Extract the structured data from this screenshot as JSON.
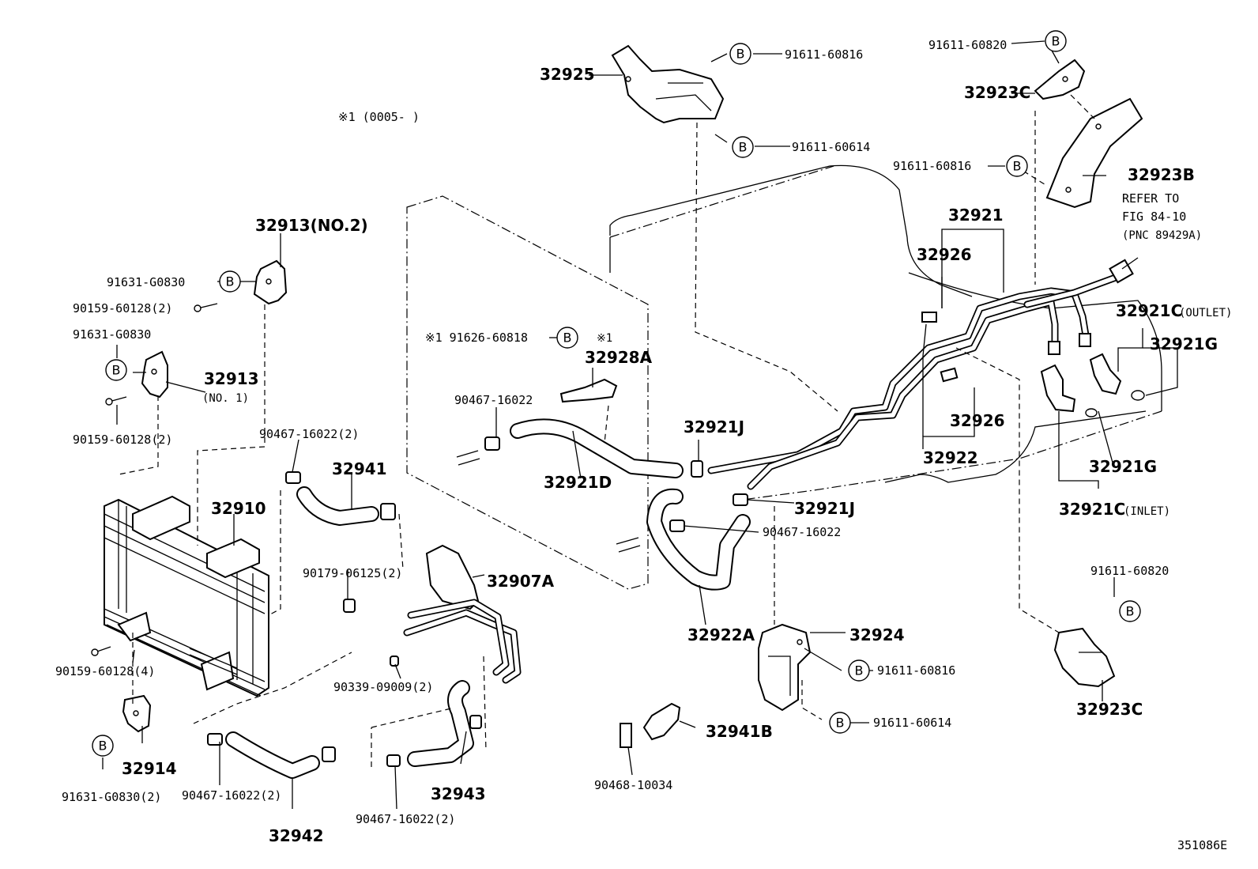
{
  "callouts": {
    "p32925": "32925",
    "b91611_60816_top": "91611-60816",
    "b91611_60614_top": "91611-60614",
    "note1": "※1 (0005-       )",
    "b91611_60820_top": "91611-60820",
    "p32923C_top": "32923C",
    "b91611_60816_right": "91611-60816",
    "p32923B": "32923B",
    "refer_line1": "REFER TO",
    "refer_line2": "FIG 84-10",
    "refer_line3": "(PNC 89429A)",
    "p32921": "32921",
    "p32926_top": "32926",
    "p32921C_outlet": "32921C",
    "outlet_label": "(OUTLET)",
    "p32921G_right": "32921G",
    "p32926_bottom": "32926",
    "p32922": "32922",
    "p32921G_bottom": "32921G",
    "p32921C_inlet": "32921C",
    "inlet_label": "(INLET)",
    "p32913_no2": "32913(NO.2)",
    "b91631_G0830_a": "91631-G0830",
    "b90159_60128_2a": "90159-60128(2)",
    "b91631_G0830_b": "91631-G0830",
    "p32913": "32913",
    "no1_label": "(NO. 1)",
    "b90159_60128_2b": "90159-60128(2)",
    "b91626_60818": "※1 91626-60818",
    "note1_small": "※1",
    "p32928A": "32928A",
    "b90467_16022_a": "90467-16022",
    "p32921J_top": "32921J",
    "p32921D": "32921D",
    "p32921J_mid": "32921J",
    "b90467_16022_mid": "90467-16022",
    "b90467_16022_2a": "90467-16022(2)",
    "p32941": "32941",
    "p32910": "32910",
    "b90179_06125": "90179-06125(2)",
    "p32907A": "32907A",
    "p32922A": "32922A",
    "p32924": "32924",
    "b91611_60816_low": "91611-60816",
    "b91611_60614_low": "91611-60614",
    "b91611_60820_low": "91611-60820",
    "p32923C_low": "32923C",
    "b90159_60128_4": "90159-60128(4)",
    "b90339_09009": "90339-09009(2)",
    "p32914": "32914",
    "b91631_G0830_2": "91631-G0830(2)",
    "b90467_16022_2b": "90467-16022(2)",
    "p32942": "32942",
    "p32943": "32943",
    "b90467_16022_2c": "90467-16022(2)",
    "p32941B": "32941B",
    "b90468_10034": "90468-10034",
    "fig_code": "351086E"
  },
  "circle_letter": "B"
}
